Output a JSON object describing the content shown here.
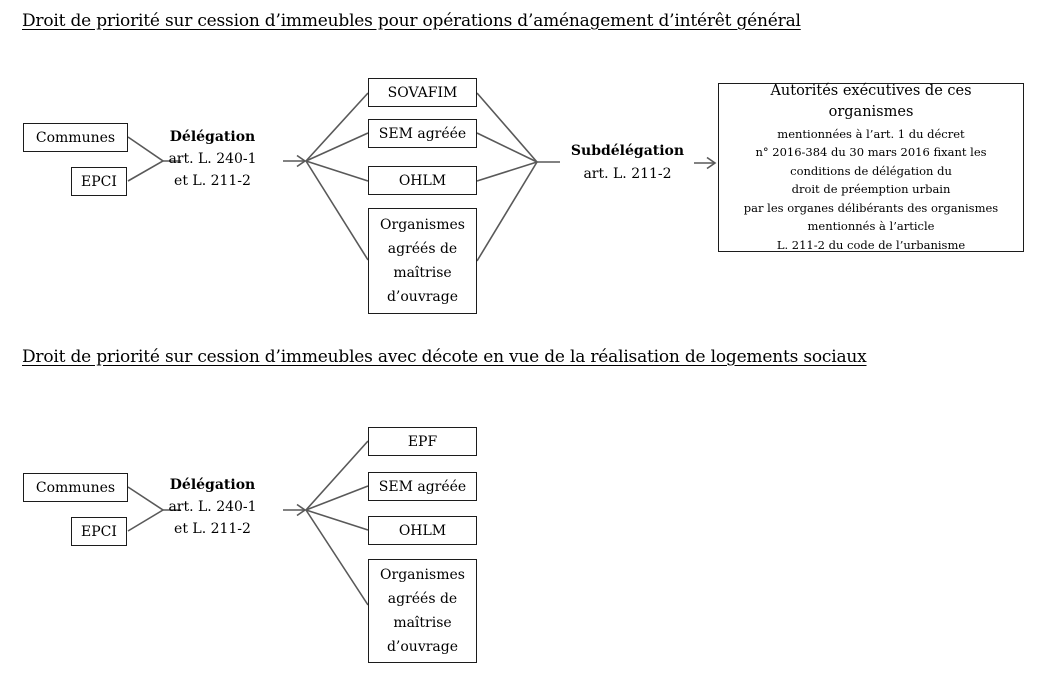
{
  "colors": {
    "line": "#595959",
    "border": "#1c1c1c",
    "text": "#000000",
    "background": "#ffffff"
  },
  "section1": {
    "title": "Droit de priorité sur cession d’immeubles pour opérations d’aménagement d’intérêt général",
    "sources": [
      "Communes",
      "EPCI"
    ],
    "delegation": {
      "title": "Délégation",
      "ref1": "art. L. 240-1",
      "ref2": "et L. 211-2"
    },
    "targets": [
      "SOVAFIM",
      "SEM agréée",
      "OHLM",
      "Organismes agréés de maîtrise d’ouvrage"
    ],
    "subdelegation": {
      "title": "Subdélégation",
      "ref1": "art. L. 211-2"
    },
    "authorities": {
      "heading": "Autorités exécutives  de ces organismes",
      "lines": [
        "mentionnées à l’art. 1 du décret",
        "n° 2016-384 du 30 mars 2016 fixant les",
        "conditions de délégation du",
        "droit de préemption urbain",
        "par les organes délibérants des organismes",
        "mentionnés à l’article",
        "L. 211-2 du code de l’urbanisme"
      ]
    }
  },
  "section2": {
    "title": "Droit de priorité sur cession d’immeubles avec décote en vue de la réalisation de logements sociaux",
    "sources": [
      "Communes",
      "EPCI"
    ],
    "delegation": {
      "title": "Délégation",
      "ref1": "art. L. 240-1",
      "ref2": "et L. 211-2"
    },
    "targets": [
      "EPF",
      "SEM agréée",
      "OHLM",
      "Organismes agréés de maîtrise d’ouvrage"
    ]
  }
}
